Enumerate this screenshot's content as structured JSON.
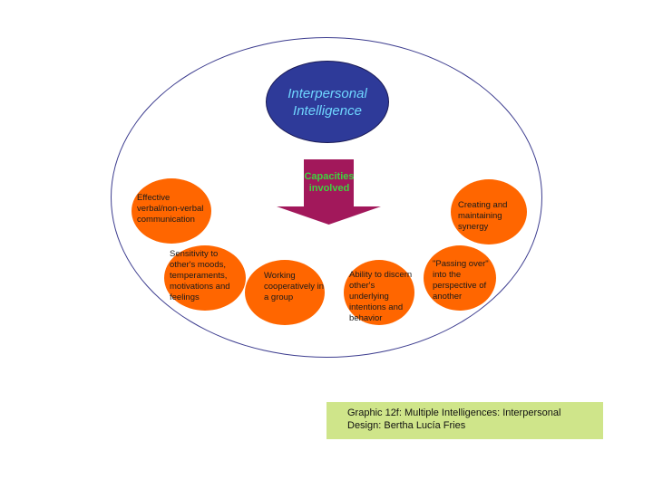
{
  "center": {
    "line1": "Interpersonal",
    "line2": "Intelligence"
  },
  "arrow": {
    "line1": "Capacities",
    "line2": "involved",
    "color": "#A2185B",
    "label_color": "#3FD23F"
  },
  "capacities": [
    "Effective verbal/non-verbal communication",
    "Sensitivity to other's moods, temperaments, motivations and feelings",
    "Working cooperatively in a group",
    "Ability to discern other's underlying intentions and behavior",
    "\"Passing over\" into the perspective of another",
    "Creating and maintaining synergy"
  ],
  "caption": {
    "line1": "Graphic 12f: Multiple Intelligences:  Interpersonal",
    "line2": "Design: Bertha Lucía Fries"
  },
  "colors": {
    "bubble": "#FF6600",
    "center_fill": "#2E3A99",
    "center_text": "#6FD6FF",
    "caption_bg": "#CFE58A"
  }
}
